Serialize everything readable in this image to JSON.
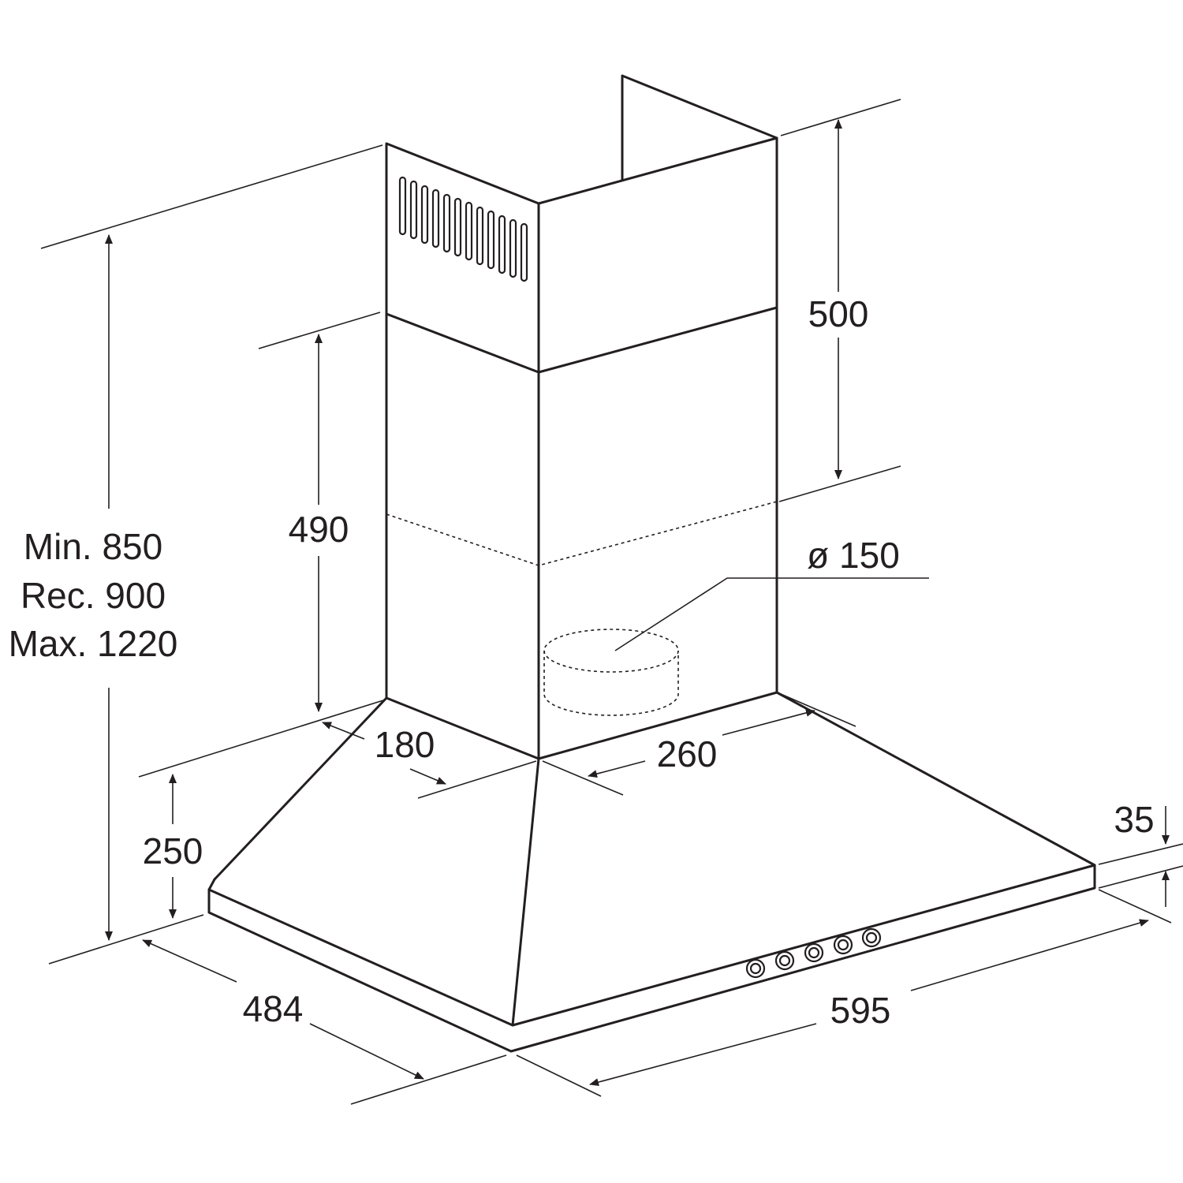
{
  "diagram": {
    "colors": {
      "line": "#231f20",
      "background": "#ffffff"
    },
    "dimensions": {
      "chimney_top": "500",
      "chimney_lower": "490",
      "duct_diameter": "ø 150",
      "chimney_depth": "180",
      "chimney_width": "260",
      "canopy_height": "250",
      "canopy_depth": "484",
      "canopy_width": "595",
      "rim_height": "35",
      "installation_min": "Min. 850",
      "installation_rec": "Rec. 900",
      "installation_max": "Max. 1220"
    },
    "control_knobs": 5,
    "vent_slots": 12
  }
}
